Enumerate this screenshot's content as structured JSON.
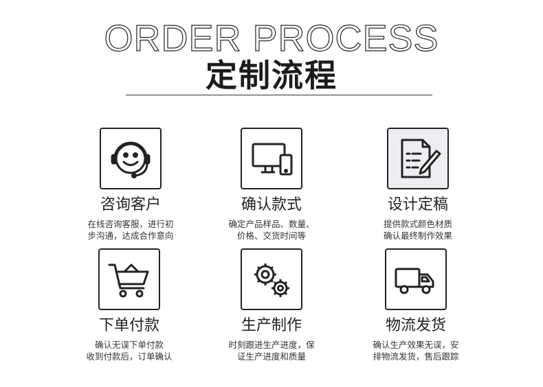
{
  "header": {
    "title_en": "ORDER PROCESS",
    "title_cn": "定制流程"
  },
  "steps": [
    {
      "icon": "smiley-headset-icon",
      "title": "咨询客户",
      "desc_line1": "在线咨询客服，进行初",
      "desc_line2": "步沟通，达成合作意向"
    },
    {
      "icon": "computer-phone-icon",
      "title": "确认款式",
      "desc_line1": "确定产品样品、数量、",
      "desc_line2": "价格、交货时间等"
    },
    {
      "icon": "document-pen-icon",
      "title": "设计定稿",
      "desc_line1": "提供款式颜色材质",
      "desc_line2": "确认最终制作效果"
    },
    {
      "icon": "shopping-cart-icon",
      "title": "下单付款",
      "desc_line1": "确认无误下单付款",
      "desc_line2": "收到付款后，订单确认"
    },
    {
      "icon": "gears-icon",
      "title": "生产制作",
      "desc_line1": "时刻跟进生产进度，保",
      "desc_line2": "证生产进度和质量"
    },
    {
      "icon": "truck-icon",
      "title": "物流发货",
      "desc_line1": "确认生产效果无误，安",
      "desc_line2": "排物流发货，售后跟踪"
    }
  ]
}
